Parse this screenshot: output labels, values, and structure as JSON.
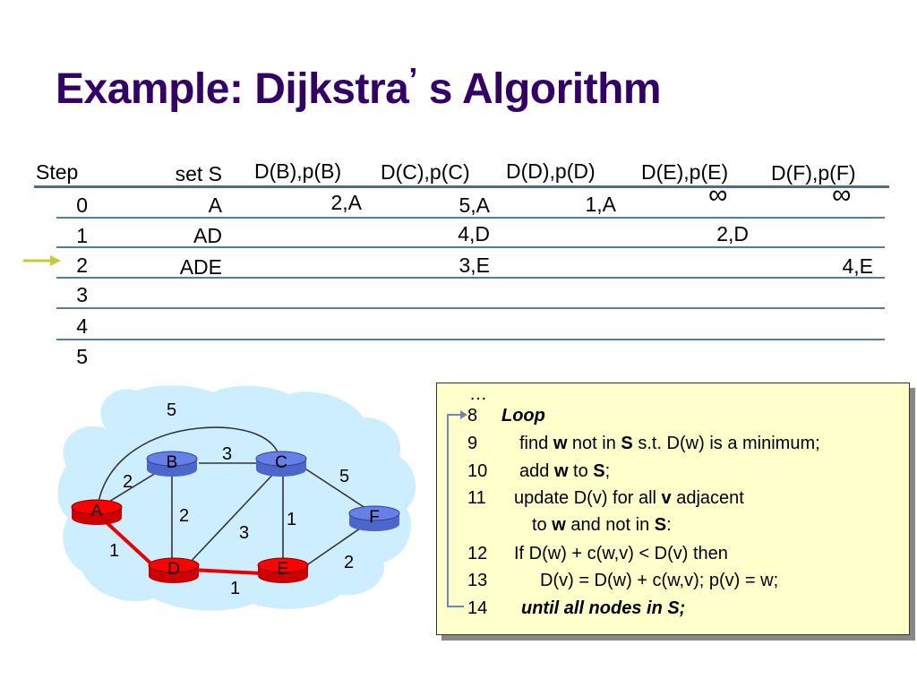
{
  "slide": {
    "title": "Example: Dijkstra",
    "title_apostrophe": "’",
    "title_end": "s Algorithm"
  },
  "table": {
    "headers": [
      "Step",
      "set S",
      "D(B),p(B)",
      "D(C),p(C)",
      "D(D),p(D)",
      "D(E),p(E)",
      "D(F),p(F)"
    ],
    "rows": [
      [
        "0",
        "A",
        "2,A",
        "5,A",
        "1,A",
        "∞",
        "∞"
      ],
      [
        "1",
        "AD",
        "",
        "4,D",
        "",
        "2,D",
        ""
      ],
      [
        "2",
        "ADE",
        "",
        "3,E",
        "",
        "",
        "4,E"
      ],
      [
        "3",
        "",
        "",
        "",
        "",
        "",
        ""
      ],
      [
        "4",
        "",
        "",
        "",
        "",
        "",
        ""
      ],
      [
        "5",
        "",
        "",
        "",
        "",
        "",
        ""
      ]
    ],
    "current_step": "2"
  },
  "graph": {
    "nodes": [
      "A",
      "B",
      "C",
      "D",
      "E",
      "F"
    ],
    "edges": [
      {
        "from": "A",
        "to": "B",
        "weight": "2"
      },
      {
        "from": "A",
        "to": "C",
        "weight": "5"
      },
      {
        "from": "A",
        "to": "D",
        "weight": "1"
      },
      {
        "from": "B",
        "to": "C",
        "weight": "3"
      },
      {
        "from": "B",
        "to": "D",
        "weight": "2"
      },
      {
        "from": "C",
        "to": "D",
        "weight": "3"
      },
      {
        "from": "C",
        "to": "E",
        "weight": "1"
      },
      {
        "from": "C",
        "to": "F",
        "weight": "5"
      },
      {
        "from": "D",
        "to": "E",
        "weight": "1"
      },
      {
        "from": "E",
        "to": "F",
        "weight": "2"
      }
    ],
    "colors": {
      "visited": "#ff0000",
      "unvisited": "#6680e6",
      "cloud": "#cceeff",
      "path": "#e60000"
    }
  },
  "pseudocode": {
    "ellipsis": "…",
    "l8_num": "8",
    "l8_kw": "Loop",
    "l9_num": "9",
    "l9_a": "find ",
    "l9_w": "w",
    "l9_b": " not in ",
    "l9_s": "S",
    "l9_c": " s.t. D(w) is a minimum;",
    "l10_num": "10",
    "l10_a": "add ",
    "l10_w": "w",
    "l10_b": " to ",
    "l10_s": "S",
    "l10_c": ";",
    "l11_num": "11",
    "l11_a": "update D(v) for all ",
    "l11_v": "v",
    "l11_b": " adjacent",
    "l11b_a": "to ",
    "l11b_w": "w",
    "l11b_b": " and not in ",
    "l11b_s": "S",
    "l11b_c": ":",
    "l12_num": "12",
    "l12_text": "If D(w) + c(w,v) < D(v) then",
    "l13_num": "13",
    "l13_text": "D(v) = D(w) + c(w,v); p(v) = w;",
    "l14_num": "14",
    "l14_kw": "until all nodes in S;"
  }
}
